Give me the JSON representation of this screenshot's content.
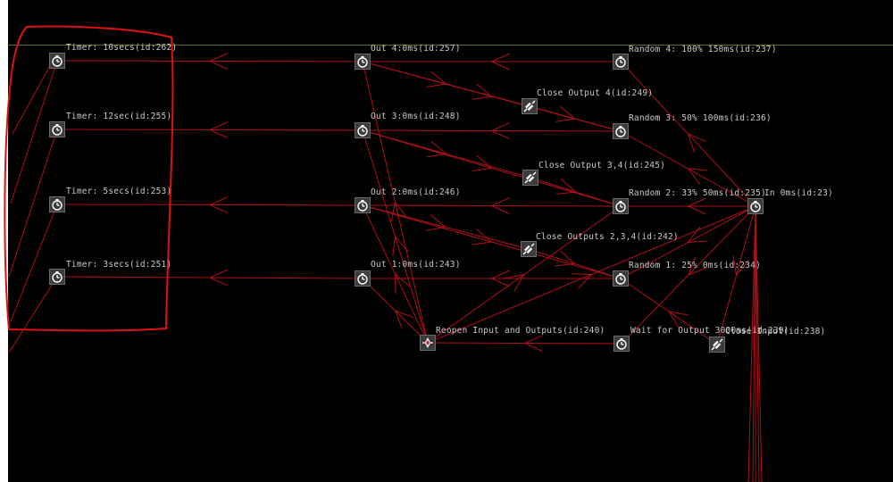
{
  "colors": {
    "background": "#000000",
    "connection": "#b01018",
    "annotation": "#e01010",
    "label": "#c9c9c9",
    "node_fill": "#3c3c3c",
    "node_border": "#6a6a6a",
    "rule": "#6b6b1e"
  },
  "nodes": [
    {
      "id": "timer-262",
      "label": "Timer:  10secs(id:262)",
      "icon": "stopwatch-icon"
    },
    {
      "id": "timer-255",
      "label": "Timer:  12sec(id:255)",
      "icon": "stopwatch-icon"
    },
    {
      "id": "timer-253",
      "label": "Timer:  5secs(id:253)",
      "icon": "stopwatch-icon"
    },
    {
      "id": "timer-251",
      "label": "Timer:  3secs(id:251)",
      "icon": "stopwatch-icon"
    },
    {
      "id": "out-257",
      "label": "Out 4:0ms(id:257)",
      "icon": "stopwatch-icon"
    },
    {
      "id": "out-248",
      "label": "Out 3:0ms(id:248)",
      "icon": "stopwatch-icon"
    },
    {
      "id": "out-246",
      "label": "Out 2:0ms(id:246)",
      "icon": "stopwatch-icon"
    },
    {
      "id": "out-243",
      "label": "Out 1:0ms(id:243)",
      "icon": "stopwatch-icon"
    },
    {
      "id": "close-249",
      "label": "Close Output 4(id:249)",
      "icon": "close-plug-icon"
    },
    {
      "id": "close-245",
      "label": "Close Output 3,4(id:245)",
      "icon": "close-plug-icon"
    },
    {
      "id": "close-242",
      "label": "Close Outputs 2,3,4(id:242)",
      "icon": "close-plug-icon"
    },
    {
      "id": "reopen-240",
      "label": "Reopen Input and Outputs(id:240)",
      "icon": "reopen-icon"
    },
    {
      "id": "random-237",
      "label": "Random 4: 100% 150ms(id:237)",
      "icon": "stopwatch-icon"
    },
    {
      "id": "random-236",
      "label": "Random 3: 50% 100ms(id:236)",
      "icon": "stopwatch-icon"
    },
    {
      "id": "random-235",
      "label": "Random 2: 33% 50ms(id:235)",
      "icon": "stopwatch-icon"
    },
    {
      "id": "random-234",
      "label": "Random 1: 25% 0ms(id:234)",
      "icon": "stopwatch-icon"
    },
    {
      "id": "wait-239",
      "label": "Wait for Output 3000ms(id:239)",
      "icon": "stopwatch-icon"
    },
    {
      "id": "in-23",
      "label": "In 0ms(id:23)",
      "icon": "stopwatch-icon"
    },
    {
      "id": "close-input-238",
      "label": "Close Input(id:238)",
      "icon": "close-plug-icon"
    }
  ],
  "edges": [
    [
      "out-257",
      "timer-262"
    ],
    [
      "out-248",
      "timer-255"
    ],
    [
      "out-246",
      "timer-253"
    ],
    [
      "out-243",
      "timer-251"
    ],
    [
      "random-237",
      "out-257"
    ],
    [
      "random-236",
      "out-248"
    ],
    [
      "random-235",
      "out-246"
    ],
    [
      "random-234",
      "out-243"
    ],
    [
      "in-23",
      "random-237"
    ],
    [
      "in-23",
      "random-236"
    ],
    [
      "in-23",
      "random-235"
    ],
    [
      "in-23",
      "random-234"
    ],
    [
      "in-23",
      "close-input-238"
    ],
    [
      "in-23",
      "wait-239"
    ],
    [
      "wait-239",
      "reopen-240"
    ],
    [
      "out-257",
      "close-249"
    ],
    [
      "close-249",
      "random-236"
    ],
    [
      "out-248",
      "close-245"
    ],
    [
      "close-245",
      "random-235"
    ],
    [
      "out-246",
      "close-242"
    ],
    [
      "close-242",
      "random-234"
    ],
    [
      "out-257",
      "random-236"
    ],
    [
      "out-248",
      "random-235"
    ],
    [
      "out-246",
      "random-234"
    ],
    [
      "reopen-240",
      "out-257"
    ],
    [
      "reopen-240",
      "out-248"
    ],
    [
      "reopen-240",
      "out-246"
    ],
    [
      "reopen-240",
      "out-243"
    ],
    [
      "reopen-240",
      "random-235"
    ],
    [
      "reopen-240",
      "in-23"
    ],
    [
      "close-input-238",
      "random-234"
    ]
  ]
}
